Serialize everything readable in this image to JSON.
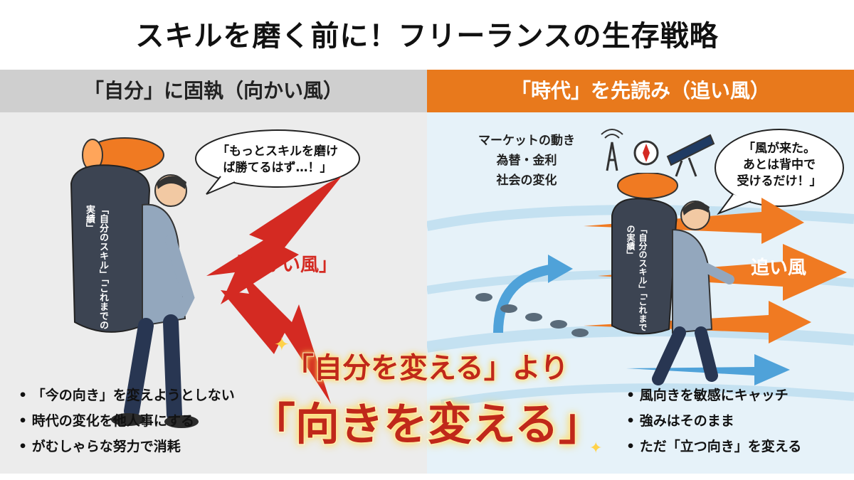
{
  "title": "スキルを磨く前に！フリーランスの生存戦略",
  "left": {
    "header": "「自分」に固執（向かい風）",
    "speech": "「もっとスキルを磨け\nば勝てるはず…！」",
    "wind_label": "「向かい風」",
    "backpack_label": "「自分のスキル」「これまでの実績」",
    "bullets": [
      "「今の向き」を変えようとしない",
      "時代の変化を他人事にする",
      "がむしゃらな努力で消耗"
    ]
  },
  "right": {
    "header": "「時代」を先読み（追い風）",
    "factors": [
      "マーケットの動き",
      "為替・金利",
      "社会の変化"
    ],
    "speech": "「風が来た。\nあとは背中で\n受けるだけ！」",
    "wind_label": "追い風",
    "backpack_label": "「自分のスキル」「これまでの実績」",
    "bullets": [
      "風向きを敏感にキャッチ",
      "強みはそのまま",
      "ただ「立つ向き」を変える"
    ]
  },
  "center": {
    "line1": "「自分を変える」より",
    "line2": "「向きを変える」"
  },
  "colors": {
    "accent_orange": "#e8791c",
    "wind_red": "#d42a22",
    "headline_red": "#c0281a"
  }
}
